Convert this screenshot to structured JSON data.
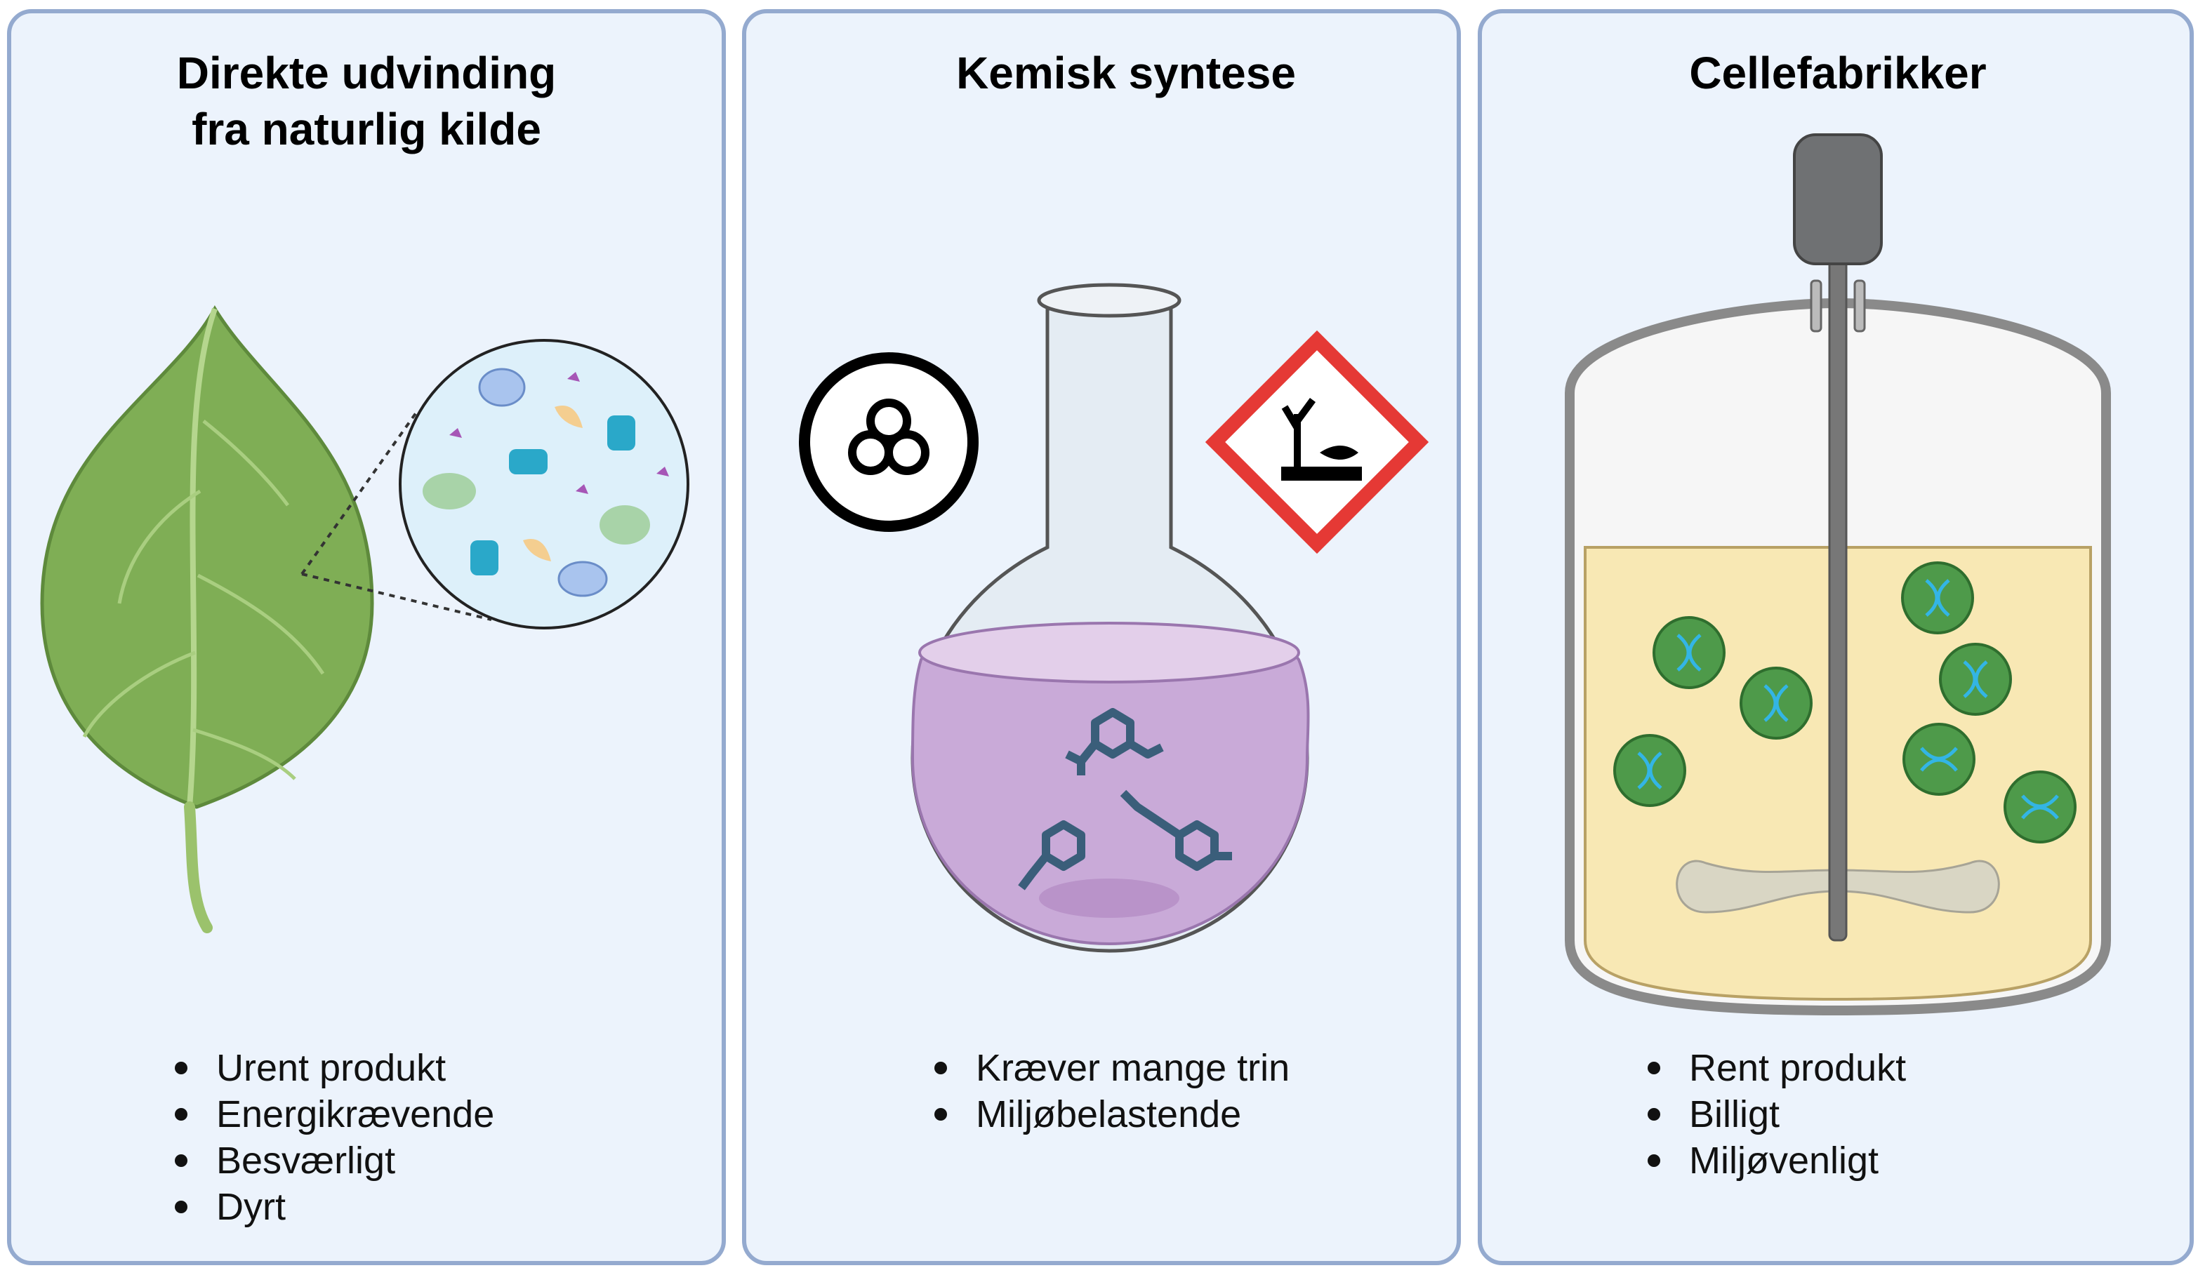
{
  "panels": [
    {
      "title_lines": [
        "Direkte udvinding",
        "fra naturlig kilde"
      ],
      "bullets": [
        "Urent produkt",
        "Energikrævende",
        "Besværligt",
        "Dyrt"
      ]
    },
    {
      "title_lines": [
        "Kemisk syntese"
      ],
      "bullets": [
        "Kræver mange trin",
        "Miljøbelastende"
      ]
    },
    {
      "title_lines": [
        "Cellefabrikker"
      ],
      "bullets": [
        "Rent produkt",
        "Billigt",
        "Miljøvenligt"
      ]
    }
  ],
  "colors": {
    "panel_bg": "#ECF3FC",
    "panel_border": "#94AACF",
    "leaf": "#7FAE55",
    "flask_liquid": "#C9AAD8",
    "hazard_red": "#E53935",
    "broth": "#F8E8B4",
    "cell": "#4E9A4A"
  }
}
